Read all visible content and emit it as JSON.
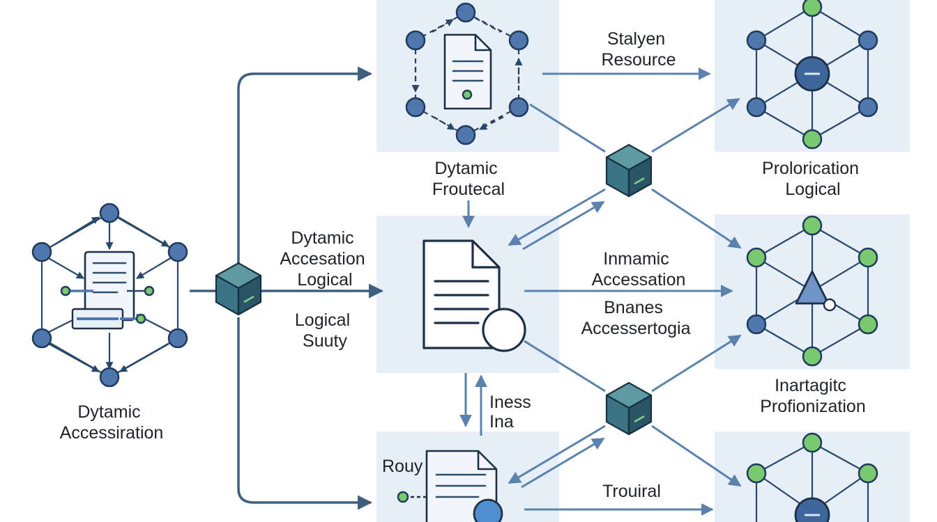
{
  "labels": {
    "left_module": [
      "Dytamic",
      "Accessiration"
    ],
    "top_module": [
      "Dytamic",
      "Froutecal"
    ],
    "mid_left_a": [
      "Dytamic",
      "Accesation",
      "Logical"
    ],
    "mid_left_b": [
      "Logical",
      "Suuty"
    ],
    "top_flow": [
      "Stalyen",
      "Resource"
    ],
    "mid_flow_a": [
      "Inmamic",
      "Accessation"
    ],
    "mid_flow_b": [
      "Bnanes",
      "Accessertogia"
    ],
    "right_top": [
      "Prolorication",
      "Logical"
    ],
    "right_mid": [
      "Inartagitc",
      "Profionization"
    ],
    "vertical_flow": [
      "Iness",
      "Ina"
    ],
    "bottom_module": "Rouy",
    "bottom_flow": "Trouiral"
  },
  "colors": {
    "panel": "#e6eef7",
    "edge": "#3f5f7f",
    "flow": "#5a82ad",
    "node_blue": "#4f76ad",
    "node_green": "#79c96f",
    "cube_top": "#5f9aa3",
    "cube_left": "#3d7484",
    "cube_right": "#2a5566"
  },
  "icons": [
    "network-hex-icon",
    "document-icon",
    "cube-icon",
    "magnifier-icon",
    "triangle-icon"
  ]
}
